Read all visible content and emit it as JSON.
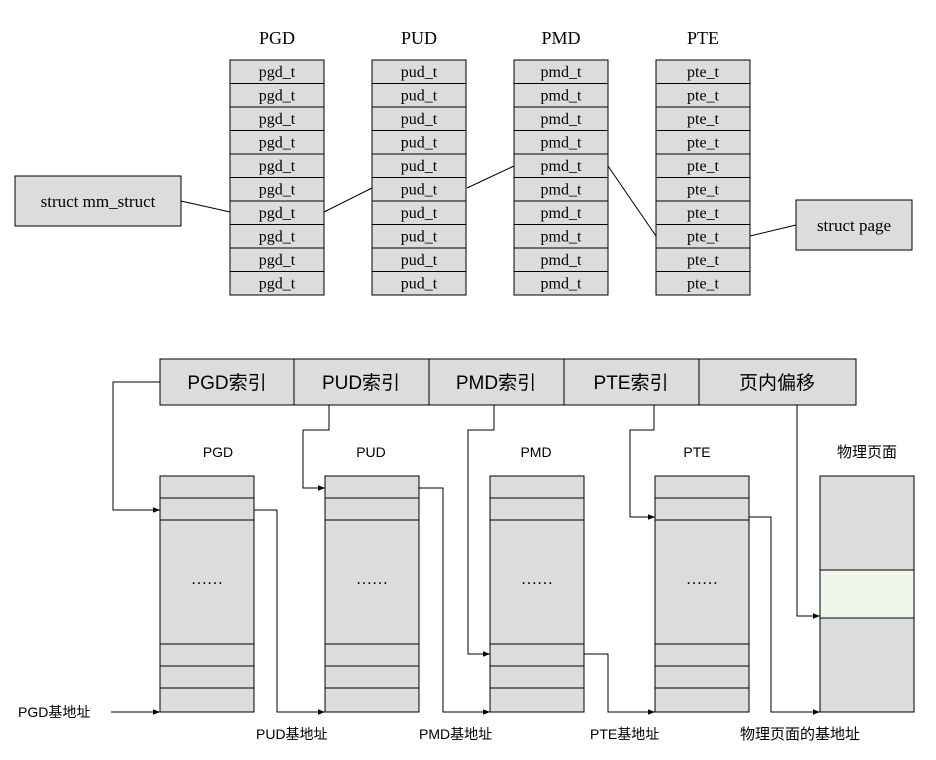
{
  "top": {
    "tables": [
      {
        "title": "PGD",
        "entry": "pgd_t"
      },
      {
        "title": "PUD",
        "entry": "pud_t"
      },
      {
        "title": "PMD",
        "entry": "pmd_t"
      },
      {
        "title": "PTE",
        "entry": "pte_t"
      }
    ],
    "entries_per_table": 10,
    "mm_struct_label": "struct mm_struct",
    "page_label": "struct page"
  },
  "bottom": {
    "address_fields": [
      "PGD索引",
      "PUD索引",
      "PMD索引",
      "PTE索引",
      "页内偏移"
    ],
    "tables": [
      {
        "title": "PGD",
        "dots": "……",
        "base_label": "PGD基地址"
      },
      {
        "title": "PUD",
        "dots": "……",
        "base_label": "PUD基地址"
      },
      {
        "title": "PMD",
        "dots": "……",
        "base_label": "PMD基地址"
      },
      {
        "title": "PTE",
        "dots": "……",
        "base_label": "PTE基地址"
      }
    ],
    "physical_page_title": "物理页面",
    "physical_page_base_label": "物理页面的基地址"
  },
  "colors": {
    "cell_fill": "#dcdcdc",
    "highlight_fill": "#eef6ea",
    "stroke": "#000000"
  }
}
